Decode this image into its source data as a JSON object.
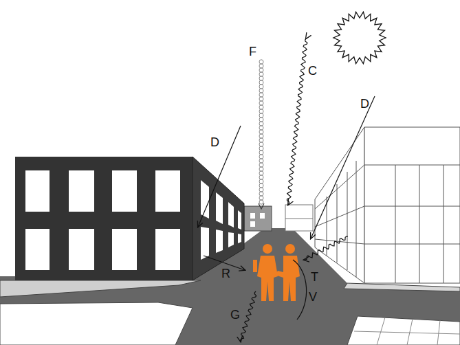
{
  "diagram": {
    "labels": [
      "F",
      "C",
      "D",
      "D",
      "R",
      "T",
      "V",
      "G"
    ]
  }
}
